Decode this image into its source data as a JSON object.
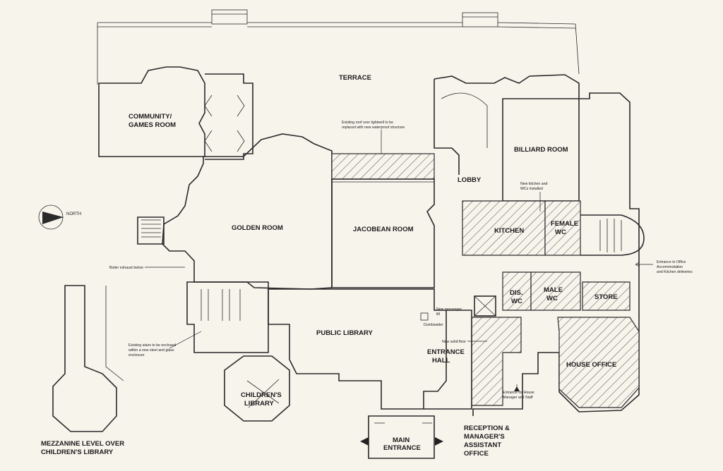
{
  "rooms": {
    "terrace": "TERRACE",
    "community_1": "COMMUNITY/",
    "community_2": "GAMES ROOM",
    "golden": "GOLDEN ROOM",
    "jacobean": "JACOBEAN ROOM",
    "billiard": "BILLIARD ROOM",
    "lobby": "LOBBY",
    "kitchen": "KITCHEN",
    "female_1": "FEMALE",
    "female_2": "WC",
    "dis_1": "DIS.",
    "dis_2": "WC",
    "male_1": "MALE",
    "male_2": "WC",
    "store": "STORE",
    "house_office": "HOUSE OFFICE",
    "public_library": "PUBLIC LIBRARY",
    "entrance_hall_1": "ENTRANCE",
    "entrance_hall_2": "HALL",
    "childrens_library_1": "CHILDREN'S",
    "childrens_library_2": "LIBRARY",
    "main_entrance_1": "MAIN",
    "main_entrance_2": "ENTRANCE",
    "reception_1": "RECEPTION &",
    "reception_2": "MANAGER'S",
    "reception_3": "ASSISTANT",
    "reception_4": "OFFICE",
    "mezzanine_1": "MEZZANINE LEVEL OVER",
    "mezzanine_2": "CHILDREN'S LIBRARY",
    "north": "NORTH"
  },
  "notes": {
    "roof_1": "Existing roof over lightwell to be",
    "roof_2": "replaced with new waterproof structure",
    "kitchen_note_1": "New kitchen and",
    "kitchen_note_2": "WCs installed",
    "boiler": "Boiler exhaust below",
    "lift_1": "New passenger",
    "lift_2": "lift",
    "dumbwaiter": "Dumbwaiter",
    "floor": "New solid floor",
    "stairs_1": "Existing stairs to be enclosed",
    "stairs_2": "within a new steel and glass",
    "stairs_3": "enclosure",
    "office_entry_1": "Entrance to Office",
    "office_entry_2": "Accommodation",
    "office_entry_3": "and Kitchen deliveries",
    "staff_entry_1": "Entrance for House",
    "staff_entry_2": "Manager and Staff"
  },
  "colors": {
    "ink": "#2a2a2a",
    "paper": "#f7f4ec"
  }
}
